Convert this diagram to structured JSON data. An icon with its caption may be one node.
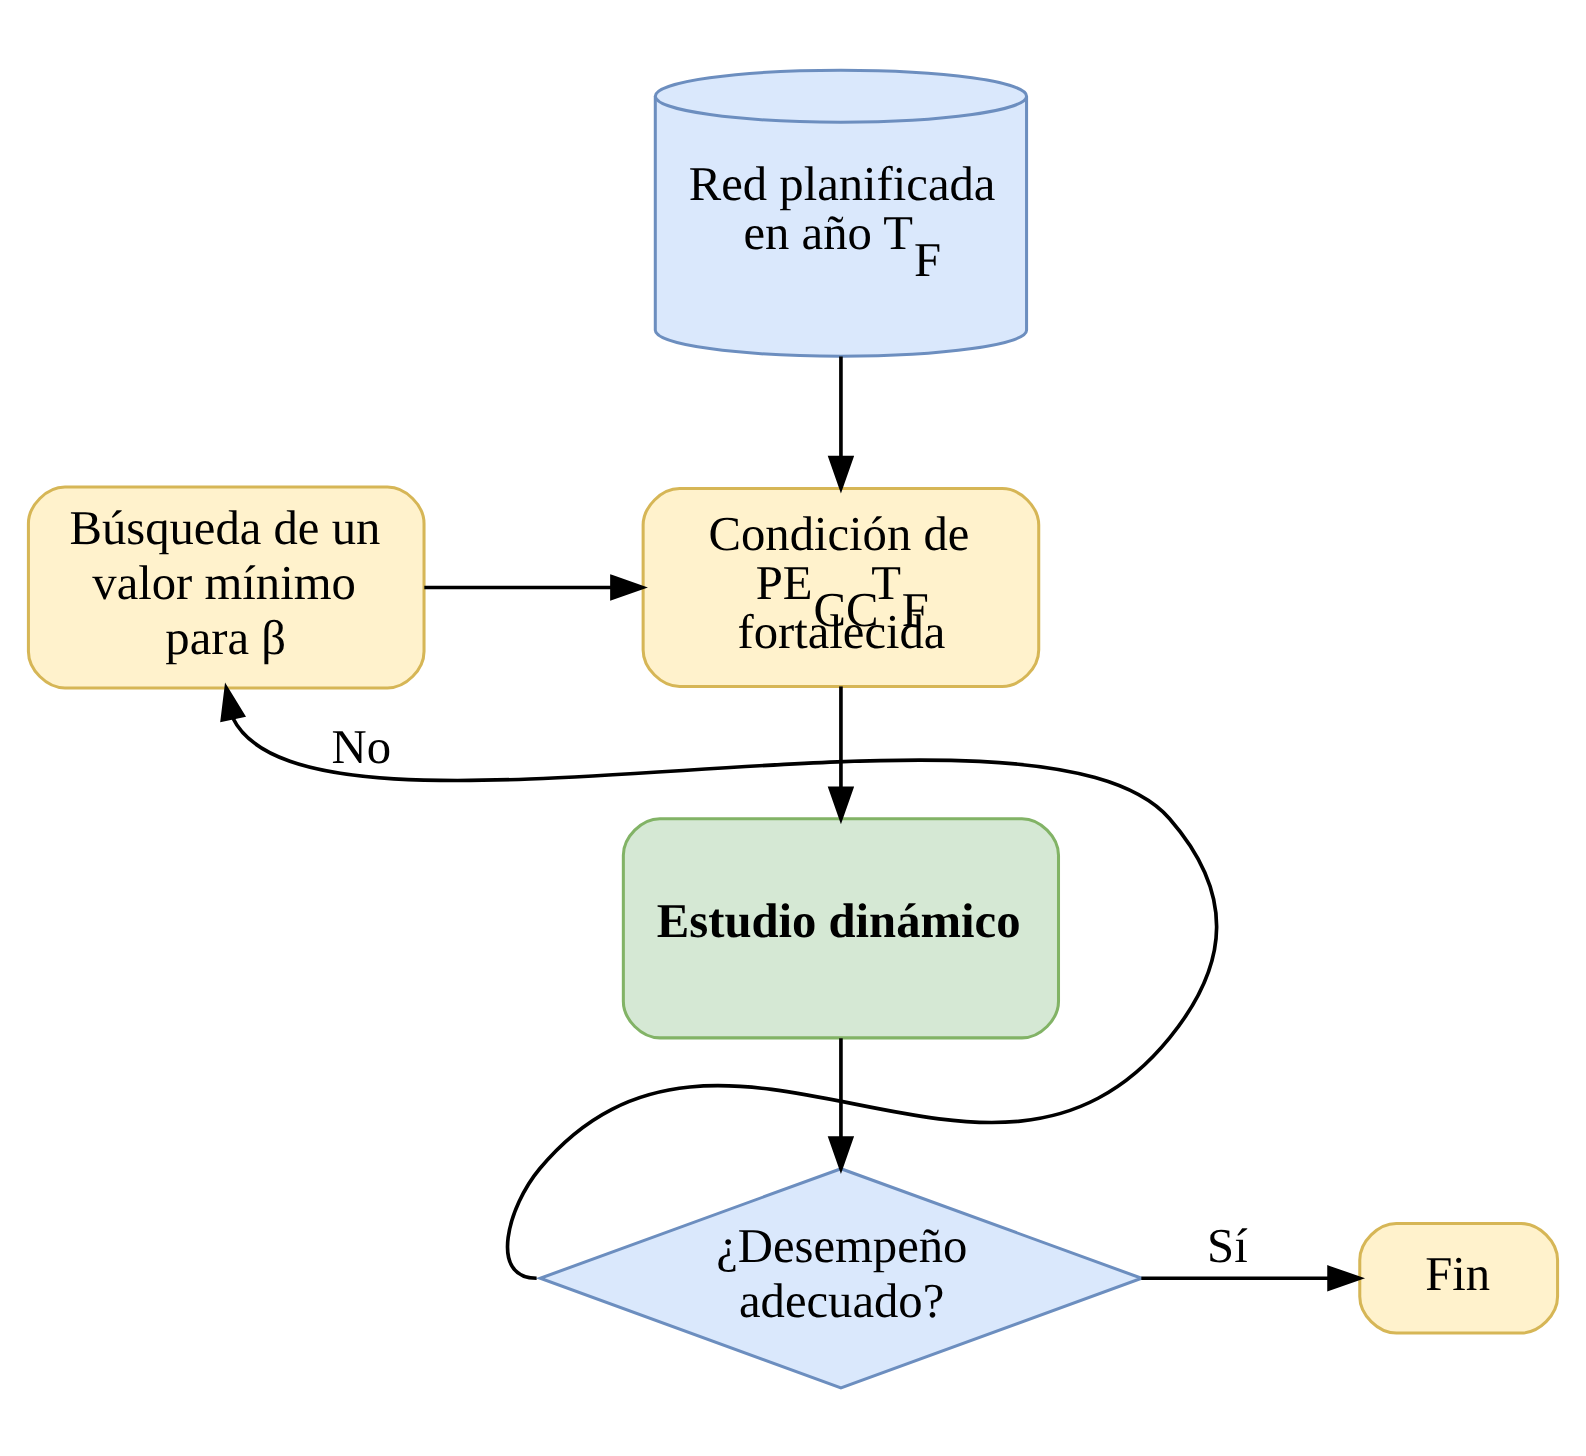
{
  "diagram": {
    "nodes": [
      {
        "text": [
          "Red planificada en año T$_{F}$"
        ]
      },
      {
        "text": [
          "Búsqueda de un valor mínimo para β"
        ]
      },
      {
        "text": [
          "Condición de PE$_{CC}$T$_{F}$ fortalecida"
        ]
      },
      {
        "text": [
          "Estudio dinámico"
        ]
      },
      {
        "text": [
          "¿Desempeño adecuado?"
        ]
      },
      {
        "text": [
          "Fin"
        ]
      }
    ],
    "edges": [
      {
        "from": 0,
        "to": 2,
        "arrow": "to"
      },
      {
        "from": 1,
        "to": 2,
        "arrow": "to"
      },
      {
        "from": 2,
        "to": 3,
        "arrow": "to"
      },
      {
        "from": 3,
        "to": 4,
        "arrow": "to"
      },
      {
        "from": 4,
        "to": 1,
        "arrow": "to",
        "label": "No"
      },
      {
        "from": 4,
        "to": 5,
        "arrow": "to",
        "label": "Sí"
      }
    ]
  }
}
